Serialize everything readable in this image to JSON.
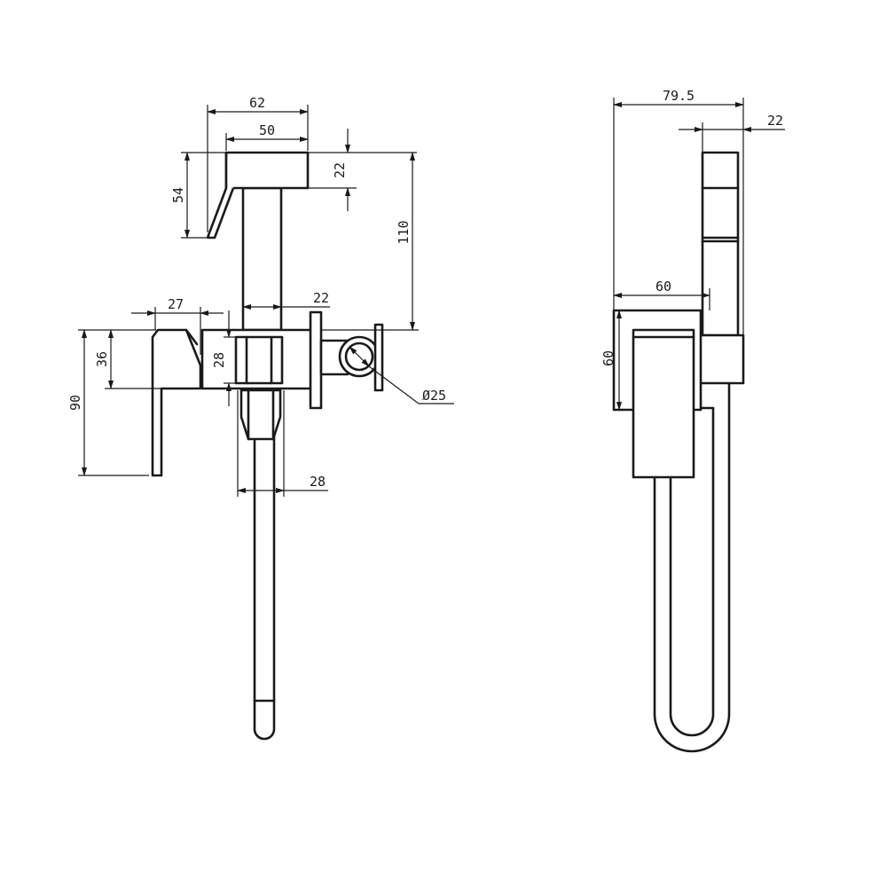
{
  "front_view": {
    "dims": {
      "width_62": "62",
      "width_50": "50",
      "height_22": "22",
      "height_54": "54",
      "height_110": "110",
      "width_27": "27",
      "width_22": "22",
      "height_36": "36",
      "height_28": "28",
      "height_90": "90",
      "width_28": "28",
      "dia_25": "Ø25"
    }
  },
  "side_view": {
    "dims": {
      "width_79_5": "79.5",
      "width_22": "22",
      "width_60": "60",
      "height_60": "60"
    }
  }
}
